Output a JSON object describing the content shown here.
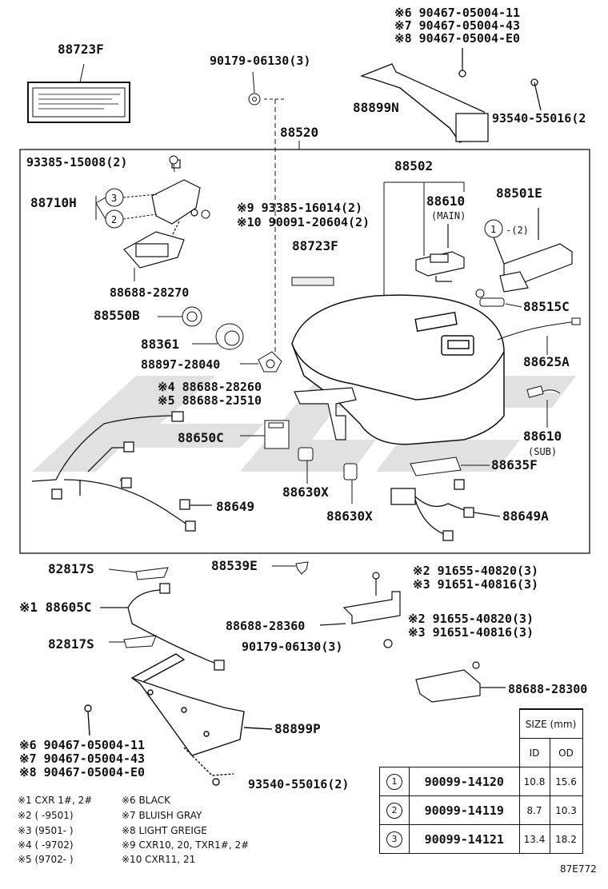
{
  "title_sticker": "88723F",
  "parts": {
    "p90179_top": "90179-06130(3)",
    "bracket_screws_1": "※6 90467-05004-11",
    "bracket_screws_2": "※7 90467-05004-43",
    "bracket_screws_3": "※8 90467-05004-E0",
    "p88899N": "88899N",
    "p93540_top": "93540-55016(2",
    "p88520": "88520",
    "p93385_15008": "93385-15008(2)",
    "p88502": "88502",
    "p88710H": "88710H",
    "p88610": "88610",
    "p88610_sub": "(MAIN)",
    "p88501E": "88501E",
    "p93385_16014": "※9 93385-16014(2)",
    "p90091": "※10 90091-20604(2)",
    "circle_1_qty": "-(2)",
    "p88723F_mid": "88723F",
    "p88688_28270": "88688-28270",
    "p88515C": "88515C",
    "p88550B": "88550B",
    "p88361": "88361",
    "p88625A": "88625A",
    "p88897": "88897-28040",
    "p88688_28260": "※4 88688-28260",
    "p88688_2J510": "※5 88688-2J510",
    "p88650C": "88650C",
    "p88610b": "88610",
    "p88610b_sub": "(SUB)",
    "p88635F": "88635F",
    "p88630X_1": "88630X",
    "p88649": "88649",
    "p88630X_2": "88630X",
    "p88649A": "88649A",
    "p82817S_1": "82817S",
    "p88539E": "88539E",
    "p91655_a": "※2 91655-40820(3)",
    "p91651_a": "※3 91651-40816(3)",
    "p88605C": "※1 88605C",
    "p88688_28360": "88688-28360",
    "p91655_b": "※2 91655-40820(3)",
    "p91651_b": "※3 91651-40816(3)",
    "p82817S_2": "82817S",
    "p90179_bottom": "90179-06130(3)",
    "p88688_28300": "88688-28300",
    "p88899P": "88899P",
    "bottom_screws_1": "※6 90467-05004-11",
    "bottom_screws_2": "※7 90467-05004-43",
    "bottom_screws_3": "※8 90467-05004-E0",
    "p93540_bottom": "93540-55016(2)"
  },
  "callouts": [
    "3",
    "2",
    "1"
  ],
  "notes": [
    "※1 CXR 1#, 2#",
    "※2 (      -9501)",
    "※3 (9501-      )",
    "※4 (      -9702)",
    "※5 (9702-      )",
    "※6 BLACK",
    "※7 BLUISH GRAY",
    "※8 LIGHT GREIGE",
    "※9 CXR10, 20, TXR1#, 2#",
    "※10 CXR11, 21"
  ],
  "size_table": {
    "header": "SIZE (mm)",
    "col_id": "ID",
    "col_od": "OD",
    "rows": [
      {
        "circle": "1",
        "part": "90099-14120",
        "id": "10.8",
        "od": "15.6"
      },
      {
        "circle": "2",
        "part": "90099-14119",
        "id": "8.7",
        "od": "10.3"
      },
      {
        "circle": "3",
        "part": "90099-14121",
        "id": "13.4",
        "od": "18.2"
      }
    ]
  },
  "illustration_code": "87E772",
  "colors": {
    "ink": "#111111",
    "watermark": "#d9d9d9"
  }
}
